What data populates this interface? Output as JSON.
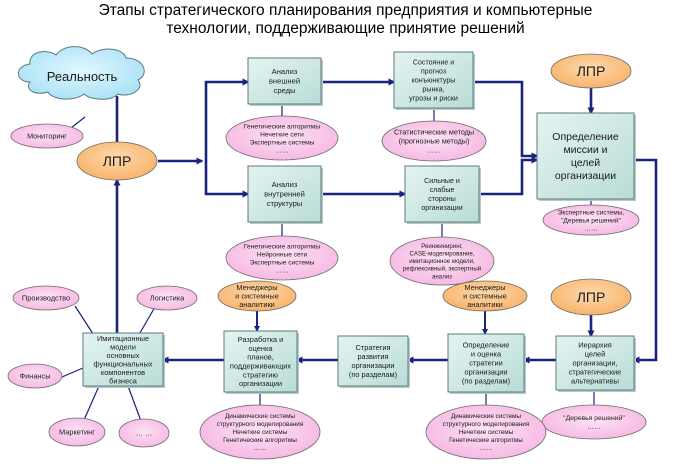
{
  "title": {
    "line1": "Этапы стратегического планирования предприятия и компьютерные",
    "line2": "технологии, поддерживающие принятие решений"
  },
  "colors": {
    "box_fill": "#cfeae5",
    "box_stroke": "#5e7a80",
    "pink_fill": "#fac8ea",
    "orange_fill": "#fbc890",
    "cloud_fill": "#c6edfb",
    "arrow": "#1a237e"
  },
  "nodes": {
    "reality": "Реальность",
    "monitoring": "Мониторинг",
    "lpr_left": "ЛПР",
    "lpr_top_right": "ЛПР",
    "lpr_mid_right": "ЛПР",
    "box_env": [
      "Анализ",
      "внешней",
      "среды"
    ],
    "box_struct": [
      "Анализ",
      "внутренней",
      "структуры"
    ],
    "box_market": [
      "Состояние и",
      "прогноз",
      "конъюнктуры",
      "рынка,",
      "угрозы и риски"
    ],
    "box_swot": [
      "Сильные и",
      "слабые",
      "стороны",
      "организации"
    ],
    "box_mission": [
      "Определение",
      "миссии и",
      "целей",
      "организации"
    ],
    "box_hierarchy": [
      "Иерархия",
      "целей",
      "организации,",
      "стратегические",
      "альтернативы"
    ],
    "box_strat_eval": [
      "Определение",
      "и оценка",
      "стратегии",
      "организации",
      "(по разделам)"
    ],
    "box_strat_dev": [
      "Стратегия",
      "развития",
      "организации",
      "(по разделам)"
    ],
    "box_plans": [
      "Разработка и",
      "оценка",
      "планов,",
      "поддерживающих",
      "стратегию",
      "организации"
    ],
    "box_imitation": [
      "Имитационные",
      "модели",
      "основных",
      "функциональных",
      "компонентов",
      "бизнеса"
    ],
    "ell_env_tech": [
      "Генетические алгоритмы",
      "Нечеткие сети",
      "Экспертные системы",
      "……"
    ],
    "ell_struct_tech": [
      "Генетические алгоритмы",
      "Нейронные сети",
      "Экспертные системы",
      "……"
    ],
    "ell_stat": [
      "Статистические методы",
      "(прогнозные методы)",
      "……"
    ],
    "ell_swot_tech": [
      "Реинжиниринг,",
      "CASE-моделирование,",
      "имитационное модели,",
      "рефлексивный, экспертный",
      "анализ"
    ],
    "ell_mission_tech": [
      "Экспертные системы,",
      "\"Деревья решений\"",
      "……"
    ],
    "ell_trees": [
      "\"Деревья решений\"",
      "……"
    ],
    "ell_dyn_left": [
      "Динамические системы",
      "структурного моделирования",
      "Нечеткие системы",
      "Генетические алгоритмы",
      "……"
    ],
    "ell_dyn_right": [
      "Динамические системы",
      "структурного моделирования",
      "Нечеткие системы",
      "Генетические алгоритмы",
      "……"
    ],
    "orange_managers_left": [
      "Менеджеры",
      "и системные",
      "аналитики"
    ],
    "orange_managers_right": [
      "Менеджеры",
      "и системные",
      "аналитики"
    ],
    "sat_production": "Производство",
    "sat_logistics": "Логистика",
    "sat_finance": "Финансы",
    "sat_marketing": "Маркетинг",
    "sat_other": "… …"
  }
}
